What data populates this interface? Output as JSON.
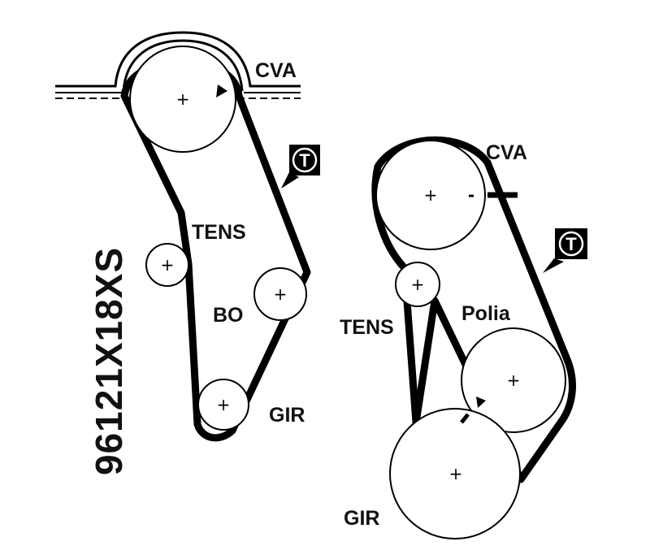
{
  "part_code": "96121X18XS",
  "left_layout": {
    "labels": {
      "cam": "CVA",
      "tensioner": "TENS",
      "water_pump": "BO",
      "crank": "GIR",
      "badge": "T"
    }
  },
  "right_layout": {
    "labels": {
      "cam": "CVA",
      "tensioner": "TENS",
      "idler": "Polia",
      "crank": "GIR",
      "badge": "T"
    }
  },
  "pulley_center_mark": "+",
  "cam_timing_mark": "-",
  "colors": {
    "ink": "#000000",
    "background": "#ffffff"
  }
}
